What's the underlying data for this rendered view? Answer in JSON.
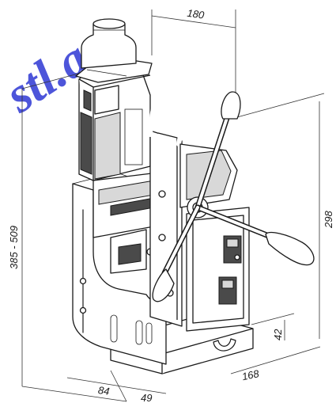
{
  "watermark": {
    "text": "stl.a",
    "color": "#3a43d6"
  },
  "dimensions": {
    "top_width": "180",
    "height_range": "385 - 509",
    "right_height": "298",
    "base_height": "42",
    "base_length": "168",
    "base_width": "84",
    "bottom_offset": "49"
  },
  "icons": {
    "watermark": "watermark-logo",
    "machine": "magnetic-drill-press-icon"
  }
}
